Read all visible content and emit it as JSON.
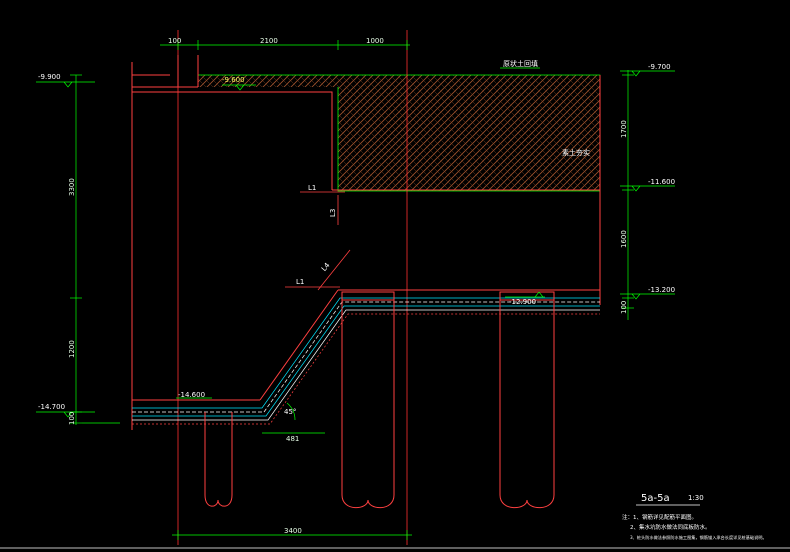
{
  "colors": {
    "background": "#000000",
    "grid_axis": "#ff3030",
    "dimension": "#00ff00",
    "wall": "#ff4040",
    "soil_hatch": "#a0522d",
    "waterproof": "#00e5ff",
    "text": "#ffffff",
    "label": "#ffff66"
  },
  "top_dims": {
    "d1": "100",
    "d2": "2100",
    "d3": "1000"
  },
  "left_elevations": {
    "top": "-9.900",
    "bottom": "-14.700"
  },
  "left_dims": {
    "upper": "3300",
    "lower": "1200",
    "bottom": "100"
  },
  "right_elevations": {
    "top": "-9.700",
    "mid": "-11.600",
    "low": "-13.200"
  },
  "right_dims": {
    "upper": "1700",
    "mid": "1600",
    "low": "100"
  },
  "inner_labels": {
    "top_slab_elev": "-9.600",
    "fill_note": "原状土回填",
    "soil_note": "素土夯实",
    "l1_upper": "L1",
    "l3": "L3",
    "l1_lower": "L1",
    "l4": "L4",
    "pit_elev": "-12.900",
    "base_elev": "-14.600",
    "angle": "45°",
    "offset_dim": "481",
    "bottom_dim": "3400"
  },
  "section": {
    "title": "5a-5a",
    "scale": "1:30"
  },
  "notes": {
    "n1": "注：1、钢筋详见配筋平面图。",
    "n2": "2、集水坑防水做法同底板防水。",
    "n3": "3、桩头防水做法参照防水施工图集，钢筋锚入承台长度详见桩基础说明。"
  }
}
